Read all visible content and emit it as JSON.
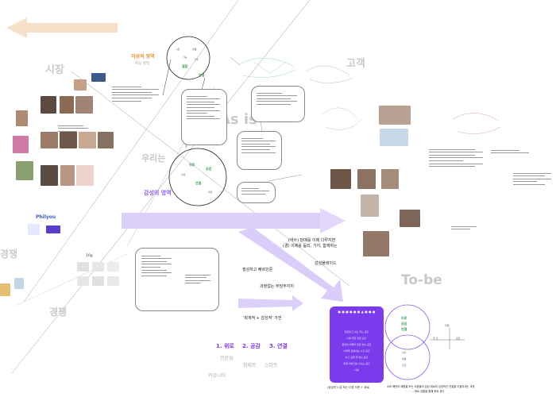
{
  "headings": {
    "market": "시장",
    "customer": "고객",
    "as_is": "As is",
    "to_be": "To-be",
    "competition_left": "경쟁",
    "competition_bottom": "경쟁",
    "we": "우리는",
    "emotional_area": "감성의 영역"
  },
  "rational_area": {
    "title": "이성의 영역",
    "subtitle": "지식 영역"
  },
  "left_panel": {
    "brand": "Philyou",
    "label_1": "10g"
  },
  "phrases": {
    "p1": "(약수) 판매를 이제 다루지면",
    "p2": "(경) 이제를 돕되, 가지, 함께하는",
    "p3": "행성하고 빠르민준",
    "p4": "감성플레이드",
    "p5": "과정없는 부담주지지",
    "p6": "'회계적 + 감성적' 가전"
  },
  "steps": {
    "s1": "1. 위로",
    "s2": "2. 공감",
    "s3": "3. 연결",
    "s1_sub": "전문성",
    "s2_sub": "컴패트",
    "s3_sub": "스타트",
    "bottom_sub": "커뮤니티"
  },
  "purple_card": {
    "title": "● ● ● ● ● ●  ▲  ● ● ●",
    "rows": [
      "위로받고 쉬는 주는 공간",
      "나를 위한 작은 공간",
      "편안히 머물며 위로 받는 공간",
      "나에게 집중하는 시간 공간",
      "쉬고 싶을 때 찾는 공간",
      "함께 이야기를 나누는 공간",
      "나를"
    ]
  },
  "venn": {
    "top_tags": [
      "위로",
      "공감",
      "연결"
    ],
    "bottom_tags": [
      "쉬다",
      "제품",
      "모임"
    ],
    "right_label_1": "위 로",
    "right_label_2": "연결",
    "right_label_3": "공감"
  },
  "bottom_captions": {
    "c1": "(공감의 느낌 또는 다른 이면 + 위로",
    "c2": "소비 패턴의 제품을 보는 사람들의 감성 위로와 감성적인 연결을 이끌어내는 과정",
    "c3": "◦ ◦ ◦ ◦ 위로 공통을 통해 위로 된다"
  },
  "colors": {
    "violet": "#8a5cf6",
    "deep_violet": "#7c3aed",
    "lilac_band": "#dcd0fb",
    "peach_arrow": "#f8dfc9",
    "watermark_gray": "#c9c9c9",
    "accent_orange": "#e8922e",
    "accent_green": "#3aa35a"
  },
  "icons": {
    "top_left_arrow": "left-arrow-icon",
    "band_arrow": "right-arrow-icon",
    "diagonal_arrow": "diagonal-arrow-icon"
  }
}
